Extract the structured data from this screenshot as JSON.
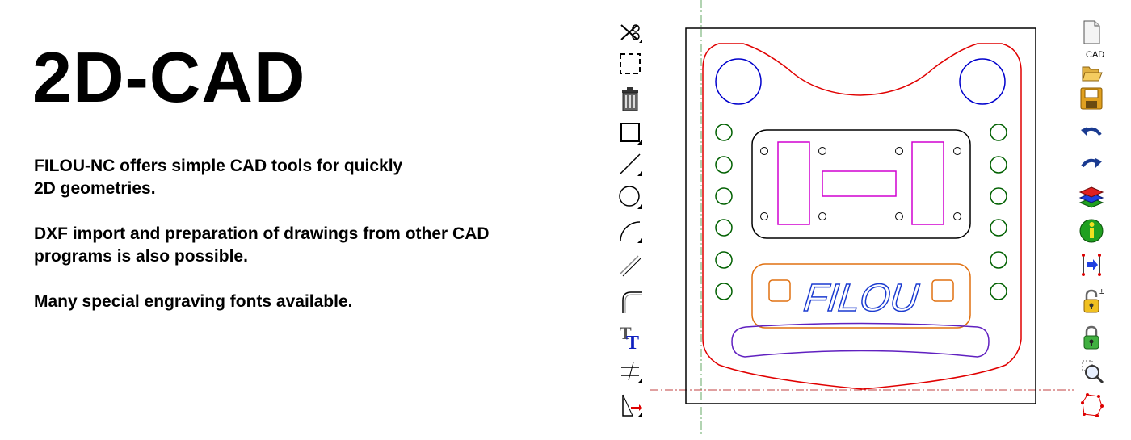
{
  "title": "2D-CAD",
  "paragraphs": [
    {
      "line1": "FILOU-NC offers simple CAD tools for quickly",
      "line2": "2D geometries."
    },
    {
      "line1": "DXF import and preparation of drawings from other CAD",
      "line2": "programs is also possible."
    },
    {
      "line1": "Many special engraving fonts available."
    }
  ],
  "left_toolbar": [
    "scissors-icon",
    "select-rect-icon",
    "trash-icon",
    "rectangle-tool-icon",
    "line-tool-icon",
    "circle-tool-icon",
    "arc-tool-icon",
    "parallel-line-icon",
    "fillet-icon",
    "text-tool-icon",
    "dimension-icon",
    "transform-icon"
  ],
  "right_toolbar": [
    "new-file-icon",
    "open-cad-icon",
    "save-icon",
    "undo-icon",
    "redo-icon",
    "layers-icon",
    "info-icon",
    "insert-icon",
    "lock-toggle-icon",
    "unlock-icon",
    "zoom-icon",
    "polygon-icon"
  ],
  "open_cad_label": "CAD",
  "lock_toggle_label": "±",
  "drawing": {
    "engraving_text": "FILOU",
    "colors": {
      "outline": "#e00000",
      "holes": "#0000cc",
      "small_holes": "#006000",
      "pockets": "#d000d0",
      "plate": "#e07010",
      "bar": "#6020c0",
      "engraving": "#1a3ad0",
      "frame": "#000000",
      "crosshair": "#c04040"
    }
  }
}
